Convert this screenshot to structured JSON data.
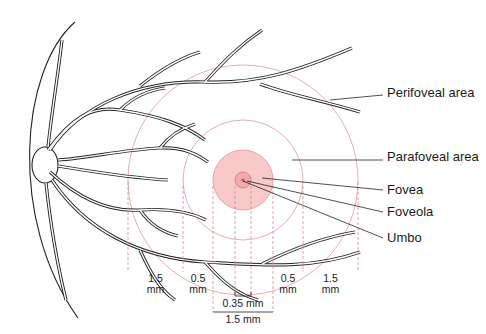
{
  "diagram": {
    "labels": [
      "Perifoveal area",
      "Parafoveal area",
      "Fovea",
      "Foveola",
      "Umbo",
      "1.5 mm",
      "0.5 mm",
      "0.35 mm",
      "0.5 mm",
      "1.5 mm",
      "1.5 mm"
    ]
  }
}
